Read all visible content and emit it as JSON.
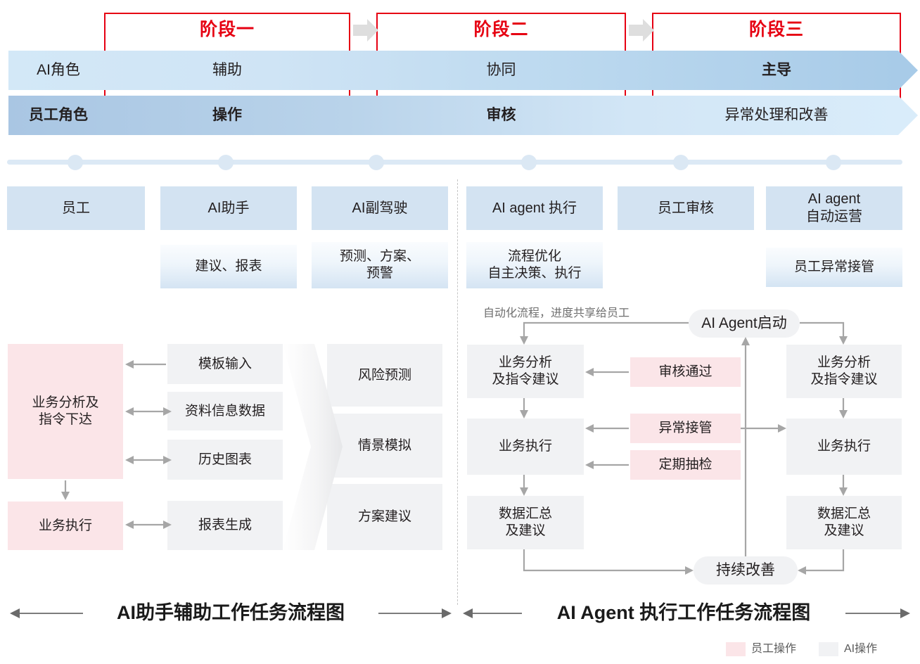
{
  "phases": [
    {
      "label": "阶段一"
    },
    {
      "label": "阶段二"
    },
    {
      "label": "阶段三"
    }
  ],
  "role_rows": [
    {
      "name": "AI角色",
      "values": [
        "辅助",
        "协同",
        "主导"
      ]
    },
    {
      "name": "员工角色",
      "values": [
        "操作",
        "审核",
        "异常处理和改善"
      ]
    }
  ],
  "stage_cards": [
    {
      "title": "员工",
      "sub": ""
    },
    {
      "title": "AI助手",
      "sub": "建议、报表"
    },
    {
      "title": "AI副驾驶",
      "sub": "预测、方案、\n预警"
    },
    {
      "title": "AI agent 执行",
      "sub": "流程优化\n自主决策、执行"
    },
    {
      "title": "员工审核",
      "sub": ""
    },
    {
      "title": "AI agent\n自动运营",
      "sub": "员工异常接管"
    }
  ],
  "left_flow": {
    "pink": [
      {
        "label": "业务分析及\n指令下达"
      },
      {
        "label": "业务执行"
      }
    ],
    "gray_mid": [
      {
        "label": "模板输入"
      },
      {
        "label": "资料信息数据"
      },
      {
        "label": "历史图表"
      },
      {
        "label": "报表生成"
      }
    ],
    "gray_right": [
      {
        "label": "风险预测"
      },
      {
        "label": "情景模拟"
      },
      {
        "label": "方案建议"
      }
    ]
  },
  "right_flow": {
    "note": "自动化流程，进度共享给员工",
    "start_pill": "AI Agent启动",
    "end_pill": "持续改善",
    "left_column": [
      {
        "label": "业务分析\n及指令建议"
      },
      {
        "label": "业务执行"
      },
      {
        "label": "数据汇总\n及建议"
      }
    ],
    "right_column": [
      {
        "label": "业务分析\n及指令建议"
      },
      {
        "label": "业务执行"
      },
      {
        "label": "数据汇总\n及建议"
      }
    ],
    "pink_middle": [
      {
        "label": "审核通过"
      },
      {
        "label": "异常接管"
      },
      {
        "label": "定期抽检"
      }
    ]
  },
  "captions": {
    "left": "AI助手辅助工作任务流程图",
    "right": "AI Agent 执行工作任务流程图"
  },
  "legend": [
    {
      "label": "员工操作",
      "color": "#fbe5e8"
    },
    {
      "label": "AI操作",
      "color": "#f1f2f4"
    }
  ],
  "colors": {
    "phase_red": "#e60012",
    "pink": "#fbe5e8",
    "gray": "#f1f2f4",
    "card_blue": "#d3e3f2",
    "timeline": "#dce9f5",
    "arrow_gray": "#a6a6a6"
  }
}
